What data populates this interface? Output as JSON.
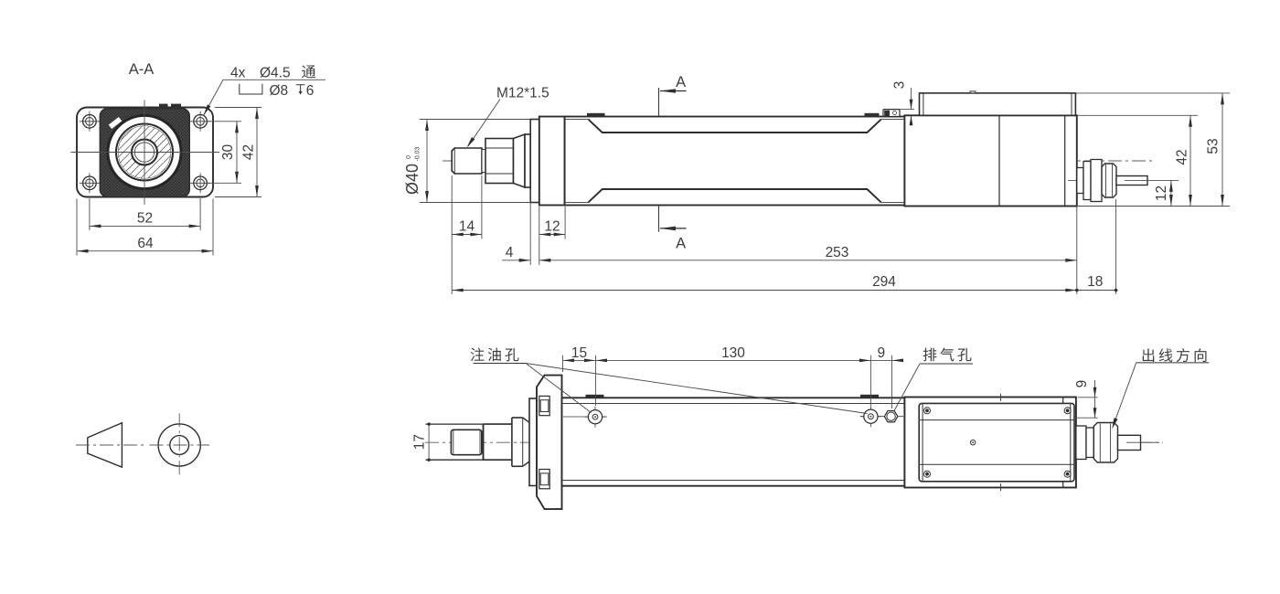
{
  "drawing": {
    "background": "#ffffff",
    "line_color": "#2d2d2d",
    "dim_color": "#4c4c4c",
    "text_color": "#3d3d3d",
    "section_view": {
      "title": "A-A",
      "callout": {
        "hole_count": "4x",
        "hole_dia": "Ø4.5",
        "thru": "通",
        "cbore_dia": "Ø8",
        "cbore_depth": "6"
      },
      "dims": {
        "bolt_spacing_v": "30",
        "flange_height": "42",
        "bolt_spacing_h": "52",
        "flange_width": "64"
      }
    },
    "side_view": {
      "thread_label": "M12*1.5",
      "section_letter_top": "A",
      "section_letter_bottom": "A",
      "dims": {
        "pilot_dia": "Ø40",
        "tol_upper": "0",
        "tol_lower": "-0.03",
        "rod_extension": "14",
        "flange_thickness": "12",
        "spacer_thickness": "4",
        "body_length": "253",
        "overall_length": "294",
        "gland_length": "18",
        "sensor_height": "3",
        "block_height": "42",
        "overall_height": "53",
        "cable_offset": "12"
      }
    },
    "bottom_view": {
      "labels": {
        "oil_hole": "注油孔",
        "vent_hole": "排气孔",
        "cable_direction": "出线方向"
      },
      "dims": {
        "wrench_flats": "17",
        "oil_hole_offset": "15",
        "oil_hole_span": "130",
        "vent_hole_offset": "9",
        "screw_inset": "9"
      }
    }
  }
}
